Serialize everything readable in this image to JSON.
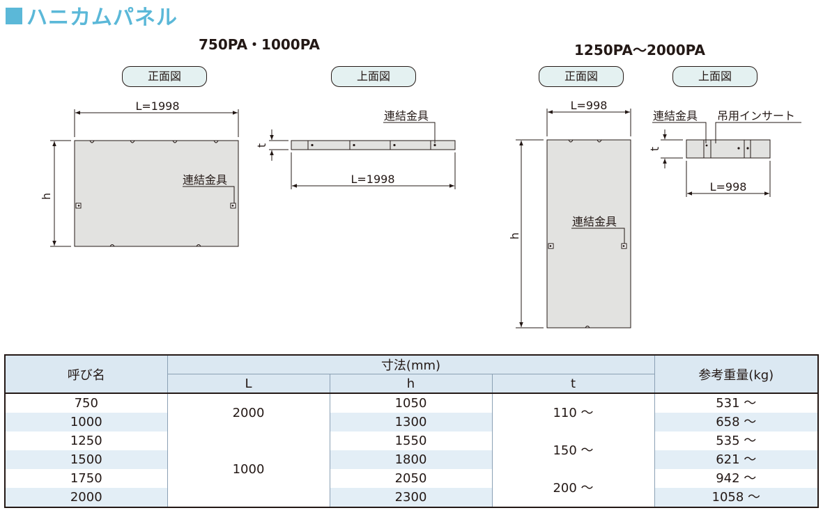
{
  "title": "ハニカムパネル",
  "left_group": {
    "heading": "750PA・1000PA",
    "front_label": "正面図",
    "top_label": "上面図",
    "front_L": "L=1998",
    "h_label": "h",
    "t_label": "t",
    "connector_front": "連結金具",
    "connector_top": "連結金具",
    "top_L": "L=1998"
  },
  "right_group": {
    "heading": "1250PA～2000PA",
    "front_label": "正面図",
    "top_label": "上面図",
    "front_L": "L=998",
    "h_label": "h",
    "t_label": "t",
    "connector_front": "連結金具",
    "connector_top": "連結金具",
    "insert_top": "吊用インサート",
    "top_L": "L=998"
  },
  "table": {
    "col_name": "呼び名",
    "col_dims": "寸法(mm)",
    "col_L": "L",
    "col_h": "h",
    "col_t": "t",
    "col_weight": "参考重量(kg)",
    "rows": [
      {
        "name": "750",
        "h": "1050",
        "weight": "531 ～"
      },
      {
        "name": "1000",
        "h": "1300",
        "weight": "658 ～"
      },
      {
        "name": "1250",
        "h": "1550",
        "weight": "535 ～"
      },
      {
        "name": "1500",
        "h": "1800",
        "weight": "621 ～"
      },
      {
        "name": "1750",
        "h": "2050",
        "weight": "942 ～"
      },
      {
        "name": "2000",
        "h": "2300",
        "weight": "1058 ～"
      }
    ],
    "L_values": [
      "2000",
      "1000"
    ],
    "t_values": [
      "110 ～",
      "150 ～",
      "200 ～"
    ]
  }
}
